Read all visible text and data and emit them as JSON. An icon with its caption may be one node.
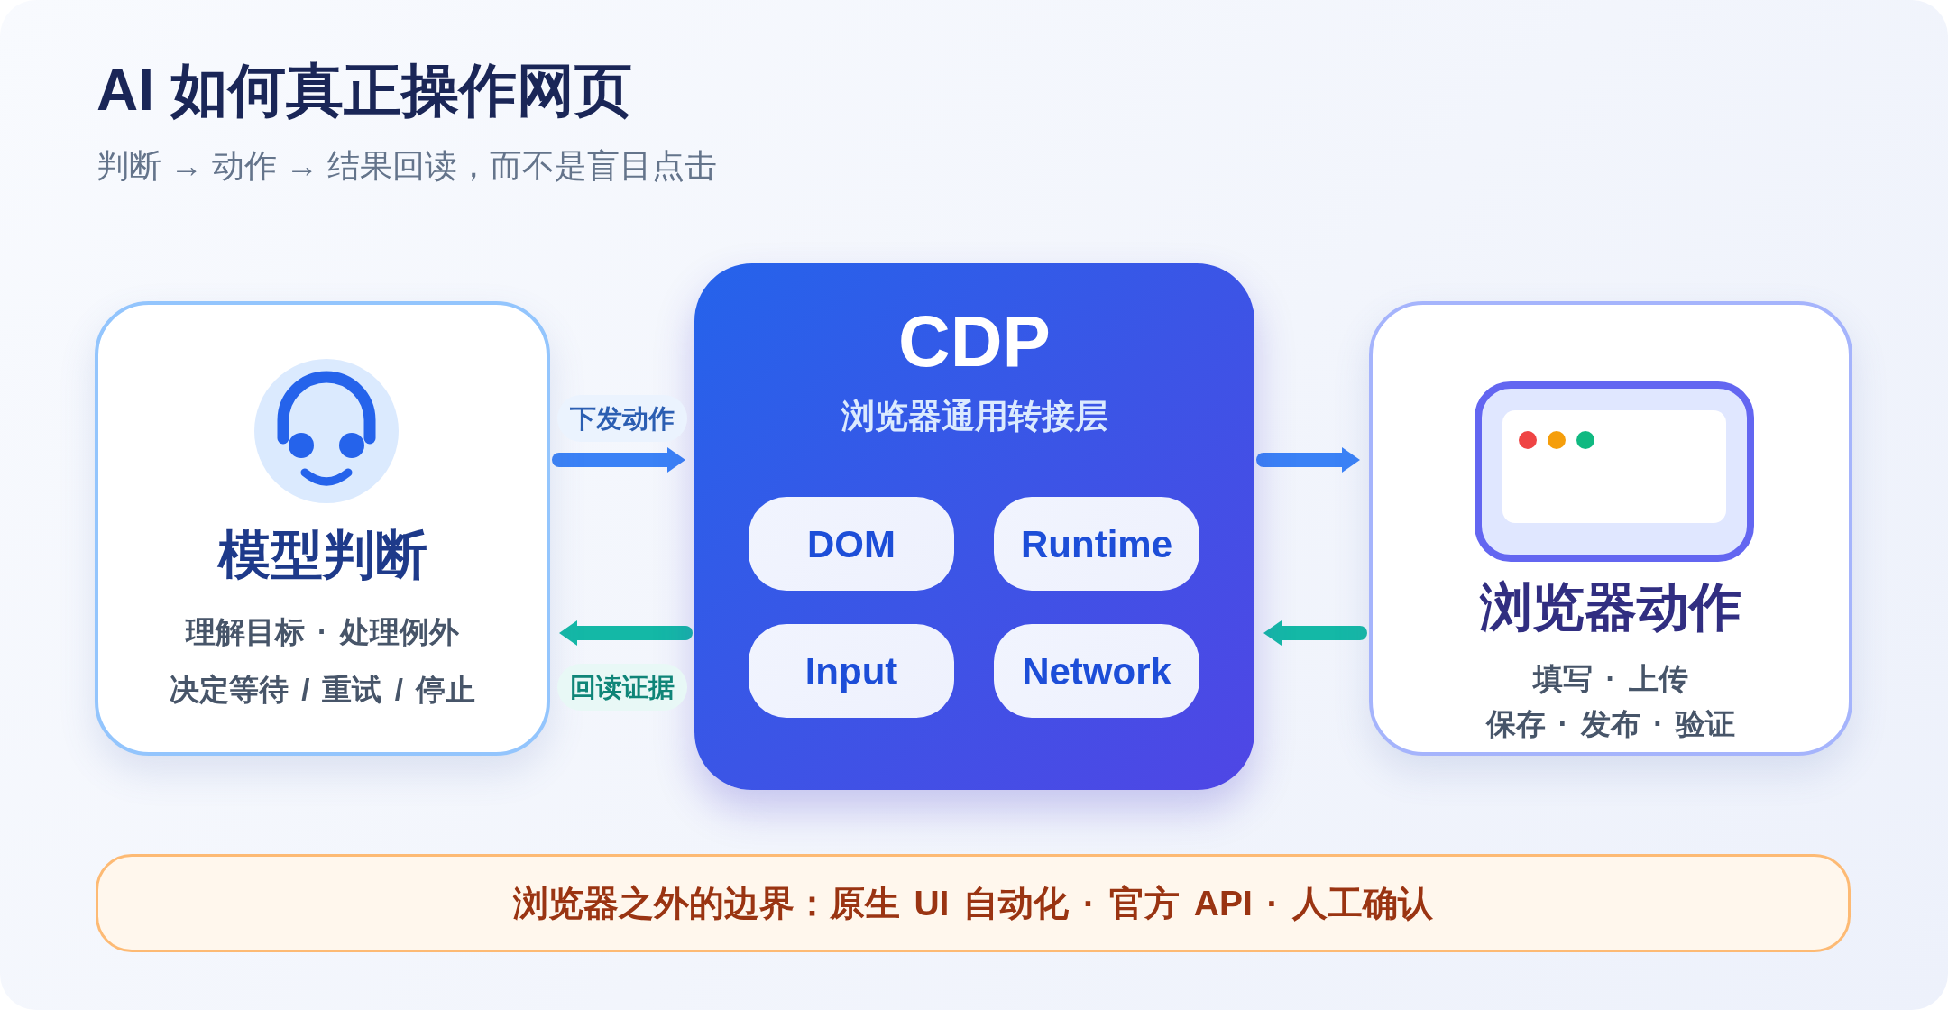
{
  "diagram": {
    "title": "AI 如何真正操作网页",
    "nodes": [
      {
        "text": [
          "模型判断",
          "理解目标 · 处理例外",
          "决定等待 / 重试 / 停止"
        ]
      },
      {
        "text": [
          "CDP",
          "浏览器通用转接层"
        ]
      },
      {
        "text": [
          "DOM"
        ],
        "in": 1
      },
      {
        "text": [
          "Runtime"
        ],
        "in": 1
      },
      {
        "text": [
          "Input"
        ],
        "in": 1
      },
      {
        "text": [
          "Network"
        ],
        "in": 1
      },
      {
        "text": [
          "浏览器动作",
          "填写 · 上传",
          "保存 · 发布 · 验证"
        ]
      },
      {
        "text": [
          "浏览器之外的边界：原生 UI 自动化 · 官方 API · 人工确认"
        ]
      }
    ],
    "edges": [
      {
        "from": 0,
        "to": 1,
        "arrow": "to",
        "label": "下发动作",
        "color": "#3b82f6"
      },
      {
        "from": 1,
        "to": 0,
        "arrow": "to",
        "label": "回读证据",
        "color": "#14b8a6"
      },
      {
        "from": 1,
        "to": 6,
        "arrow": "to",
        "color": "#3b82f6"
      },
      {
        "from": 6,
        "to": 1,
        "arrow": "to",
        "color": "#14b8a6"
      }
    ],
    "labels": [
      "判断 → 动作 → 结果回读，而不是盲目点击"
    ]
  }
}
